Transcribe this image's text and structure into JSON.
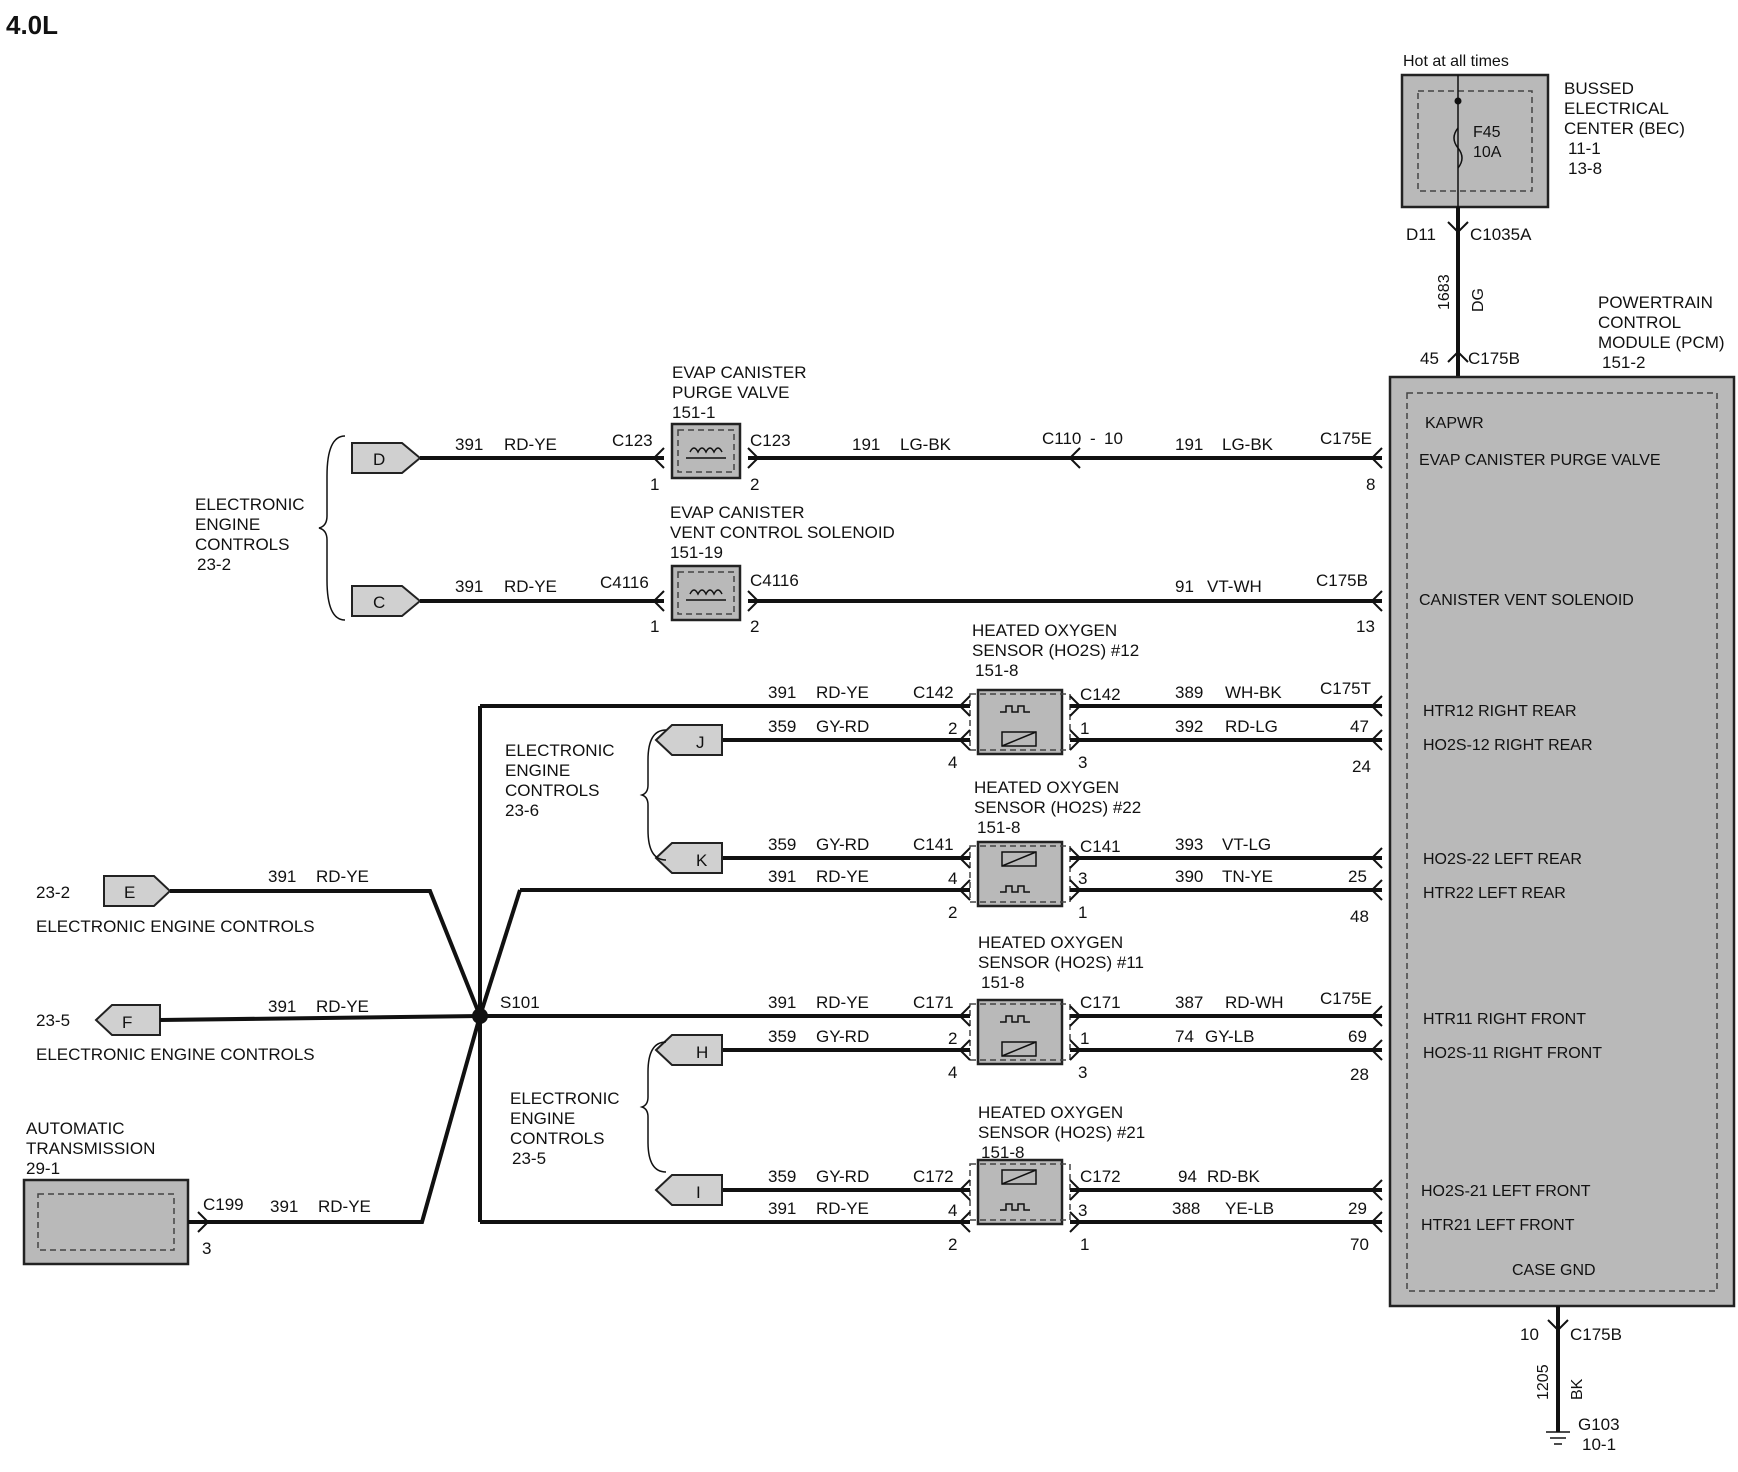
{
  "engine": "4.0L",
  "bec": {
    "hot": "Hot at all times",
    "title": [
      "BUSSED",
      "ELECTRICAL",
      "CENTER (BEC)",
      "11-1",
      "13-8"
    ],
    "fuse": "F45",
    "amps": "10A",
    "pin": "D11",
    "connector": "C1035A",
    "circuit": "1683",
    "color": "DG"
  },
  "pcm": {
    "title": [
      "POWERTRAIN",
      "CONTROL",
      "MODULE (PCM)",
      "151-2"
    ],
    "top_pin": "45",
    "top_conn": "C175B",
    "pins": [
      "KAPWR",
      "EVAP CANISTER PURGE VALVE",
      "CANISTER VENT SOLENOID",
      "HTR12 RIGHT REAR",
      "HO2S-12 RIGHT REAR",
      "HO2S-22 LEFT REAR",
      "HTR22 LEFT REAR",
      "HTR11 RIGHT FRONT",
      "HO2S-11 RIGHT FRONT",
      "HO2S-21 LEFT FRONT",
      "HTR21 LEFT FRONT",
      "CASE GND"
    ],
    "gnd_pin": "10",
    "gnd_conn": "C175B",
    "gnd_circuit": "1205",
    "gnd_color": "BK",
    "ground": "G103",
    "ground_ref": "10-1"
  },
  "evap_purge": {
    "title": [
      "EVAP CANISTER",
      "PURGE  VALVE",
      "151-1"
    ],
    "left_conn": "C123",
    "right_conn": "C123",
    "left_pin": "1",
    "right_pin": "2",
    "in_circuit": "391",
    "in_color": "RD-YE",
    "out_circuit": "191",
    "out_color": "LG-BK",
    "inline_conn": "C110",
    "inline_dash": "-",
    "inline_pin": "10",
    "pcm_circuit": "191",
    "pcm_color": "LG-BK",
    "pcm_conn": "C175E",
    "pcm_pin": "8",
    "tag": "D"
  },
  "evap_vent": {
    "title": [
      "EVAP CANISTER",
      "VENT CONTROL  SOLENOID",
      "151-19"
    ],
    "left_conn": "C4116",
    "right_conn": "C4116",
    "left_pin": "1",
    "right_pin": "2",
    "in_circuit": "391",
    "in_color": "RD-YE",
    "pcm_circuit": "91",
    "pcm_color": "VT-WH",
    "pcm_conn": "C175B",
    "pcm_pin": "13",
    "tag": "C"
  },
  "eec_top": {
    "lines": [
      "ELECTRONIC",
      "ENGINE",
      "CONTROLS",
      "23-2"
    ]
  },
  "eec_mid": {
    "lines": [
      "ELECTRONIC",
      "ENGINE",
      "CONTROLS",
      "23-6"
    ]
  },
  "eec_low": {
    "lines": [
      "ELECTRONIC",
      "ENGINE",
      "CONTROLS",
      "23-5"
    ]
  },
  "ho2s12": {
    "title": [
      "HEATED OXYGEN",
      "SENSOR   (HO2S) #12",
      "151-8"
    ],
    "conn": "C142",
    "w1": {
      "circuit": "391",
      "color": "RD-YE"
    },
    "w2": {
      "circuit": "359",
      "color": "GY-RD"
    },
    "p1": "389",
    "c1": "WH-BK",
    "p2": "392",
    "c2": "RD-LG",
    "pcm_conn": "C175T",
    "pcm_pin1": "47",
    "pcm_pin2": "24",
    "lpin_top": "2",
    "lpin_bot": "4",
    "rpin_top": "1",
    "rpin_bot": "3",
    "tag": "J"
  },
  "ho2s22": {
    "title": [
      "HEATED OXYGEN",
      "SENSOR   (HO2S) #22",
      "151-8"
    ],
    "conn": "C141",
    "w1": {
      "circuit": "359",
      "color": "GY-RD"
    },
    "w2": {
      "circuit": "391",
      "color": "RD-YE"
    },
    "p1": "393",
    "c1": "VT-LG",
    "p2": "390",
    "c2": "TN-YE",
    "pcm_pin1": "25",
    "pcm_pin2": "48",
    "lpin_top": "4",
    "lpin_bot": "2",
    "rpin_top": "3",
    "rpin_bot": "1",
    "tag": "K"
  },
  "ho2s11": {
    "title": [
      "HEATED OXYGEN",
      "SENSOR   (HO2S) #11",
      "151-8"
    ],
    "conn": "C171",
    "w1": {
      "circuit": "391",
      "color": "RD-YE"
    },
    "w2": {
      "circuit": "359",
      "color": "GY-RD"
    },
    "p1": "387",
    "c1": "RD-WH",
    "p2": "74",
    "c2": "GY-LB",
    "pcm_conn": "C175E",
    "pcm_pin1": "69",
    "pcm_pin2": "28",
    "lpin_top": "2",
    "lpin_bot": "4",
    "rpin_top": "1",
    "rpin_bot": "3",
    "tag": "H"
  },
  "ho2s21": {
    "title": [
      "HEATED OXYGEN",
      "SENSOR   (HO2S) #21",
      "151-8"
    ],
    "conn": "C172",
    "w1": {
      "circuit": "359",
      "color": "GY-RD"
    },
    "w2": {
      "circuit": "391",
      "color": "RD-YE"
    },
    "p1": "94",
    "c1": "RD-BK",
    "p2": "388",
    "c2": "YE-LB",
    "pcm_pin1": "29",
    "pcm_pin2": "70",
    "lpin_top": "4",
    "lpin_bot": "2",
    "rpin_top": "3",
    "rpin_bot": "1",
    "tag": "I"
  },
  "splice": "S101",
  "left": {
    "e_ref": "23-2",
    "e_tag": "E",
    "e_label": "ELECTRONIC ENGINE CONTROLS",
    "e_circuit": "391",
    "e_color": "RD-YE",
    "f_ref": "23-5",
    "f_tag": "F",
    "f_label": "ELECTRONIC ENGINE CONTROLS",
    "f_circuit": "391",
    "f_color": "RD-YE",
    "trans_title": [
      "AUTOMATIC",
      "TRANSMISSION",
      "29-1"
    ],
    "trans_conn": "C199",
    "trans_pin": "3",
    "trans_circuit": "391",
    "trans_color": "RD-YE"
  }
}
